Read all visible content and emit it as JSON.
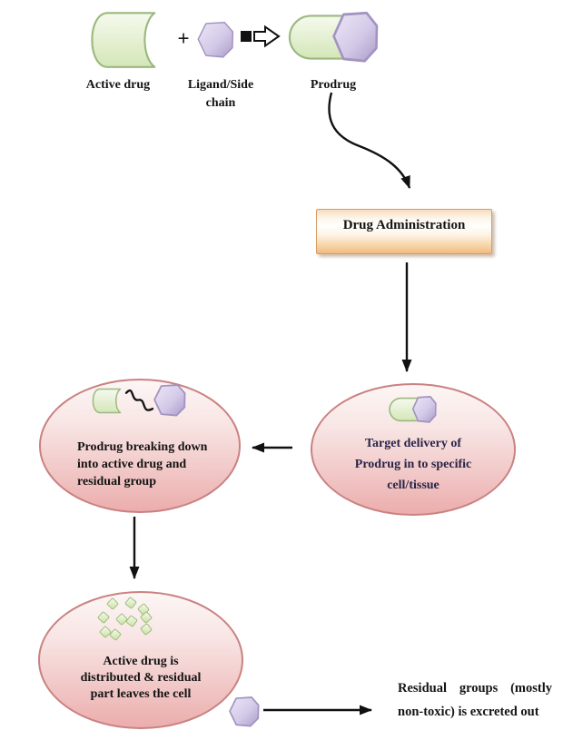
{
  "figure": {
    "top_row": {
      "active_drug_label": "Active drug",
      "plus": "+",
      "ligand_line1": "Ligand/Side",
      "ligand_line2": "chain",
      "prodrug_label": "Prodrug"
    },
    "admin_box_label": "Drug Administration",
    "target_ellipse": {
      "line1": "Target delivery of",
      "line2": "Prodrug in to specific",
      "line3": "cell/tissue"
    },
    "breakdown_ellipse": {
      "line1": "Prodrug breaking down",
      "line2": "into active drug and",
      "line3": "residual group"
    },
    "distribution_ellipse": {
      "line1": "Active drug is",
      "line2": "distributed & residual",
      "line3": "part leaves the cell"
    },
    "excretion_note": {
      "l1w1": "Residual",
      "l1w2": "groups",
      "l1w3": "(mostly",
      "line2": "non-toxic) is excreted out"
    }
  },
  "icons": {
    "active_drug": "open-cylinder-icon",
    "ligand": "hexagon-icon",
    "combine": "block-arrow-icon",
    "prodrug": "capsule-icon",
    "particles": "diamond-particle-icon",
    "residual": "hexagon-icon"
  },
  "colors": {
    "green_fill": "#d6e7bb",
    "green_border": "#9cb87e",
    "purple_fill": "#d4cae8",
    "purple_border": "#a293c1",
    "pink_fill": "#ecadad",
    "pink_border": "#c98281",
    "orange_fill": "#f1ba81",
    "orange_border": "#d69c62",
    "arrow": "#111111",
    "text": "#141414",
    "target_text": "#2a2447"
  }
}
